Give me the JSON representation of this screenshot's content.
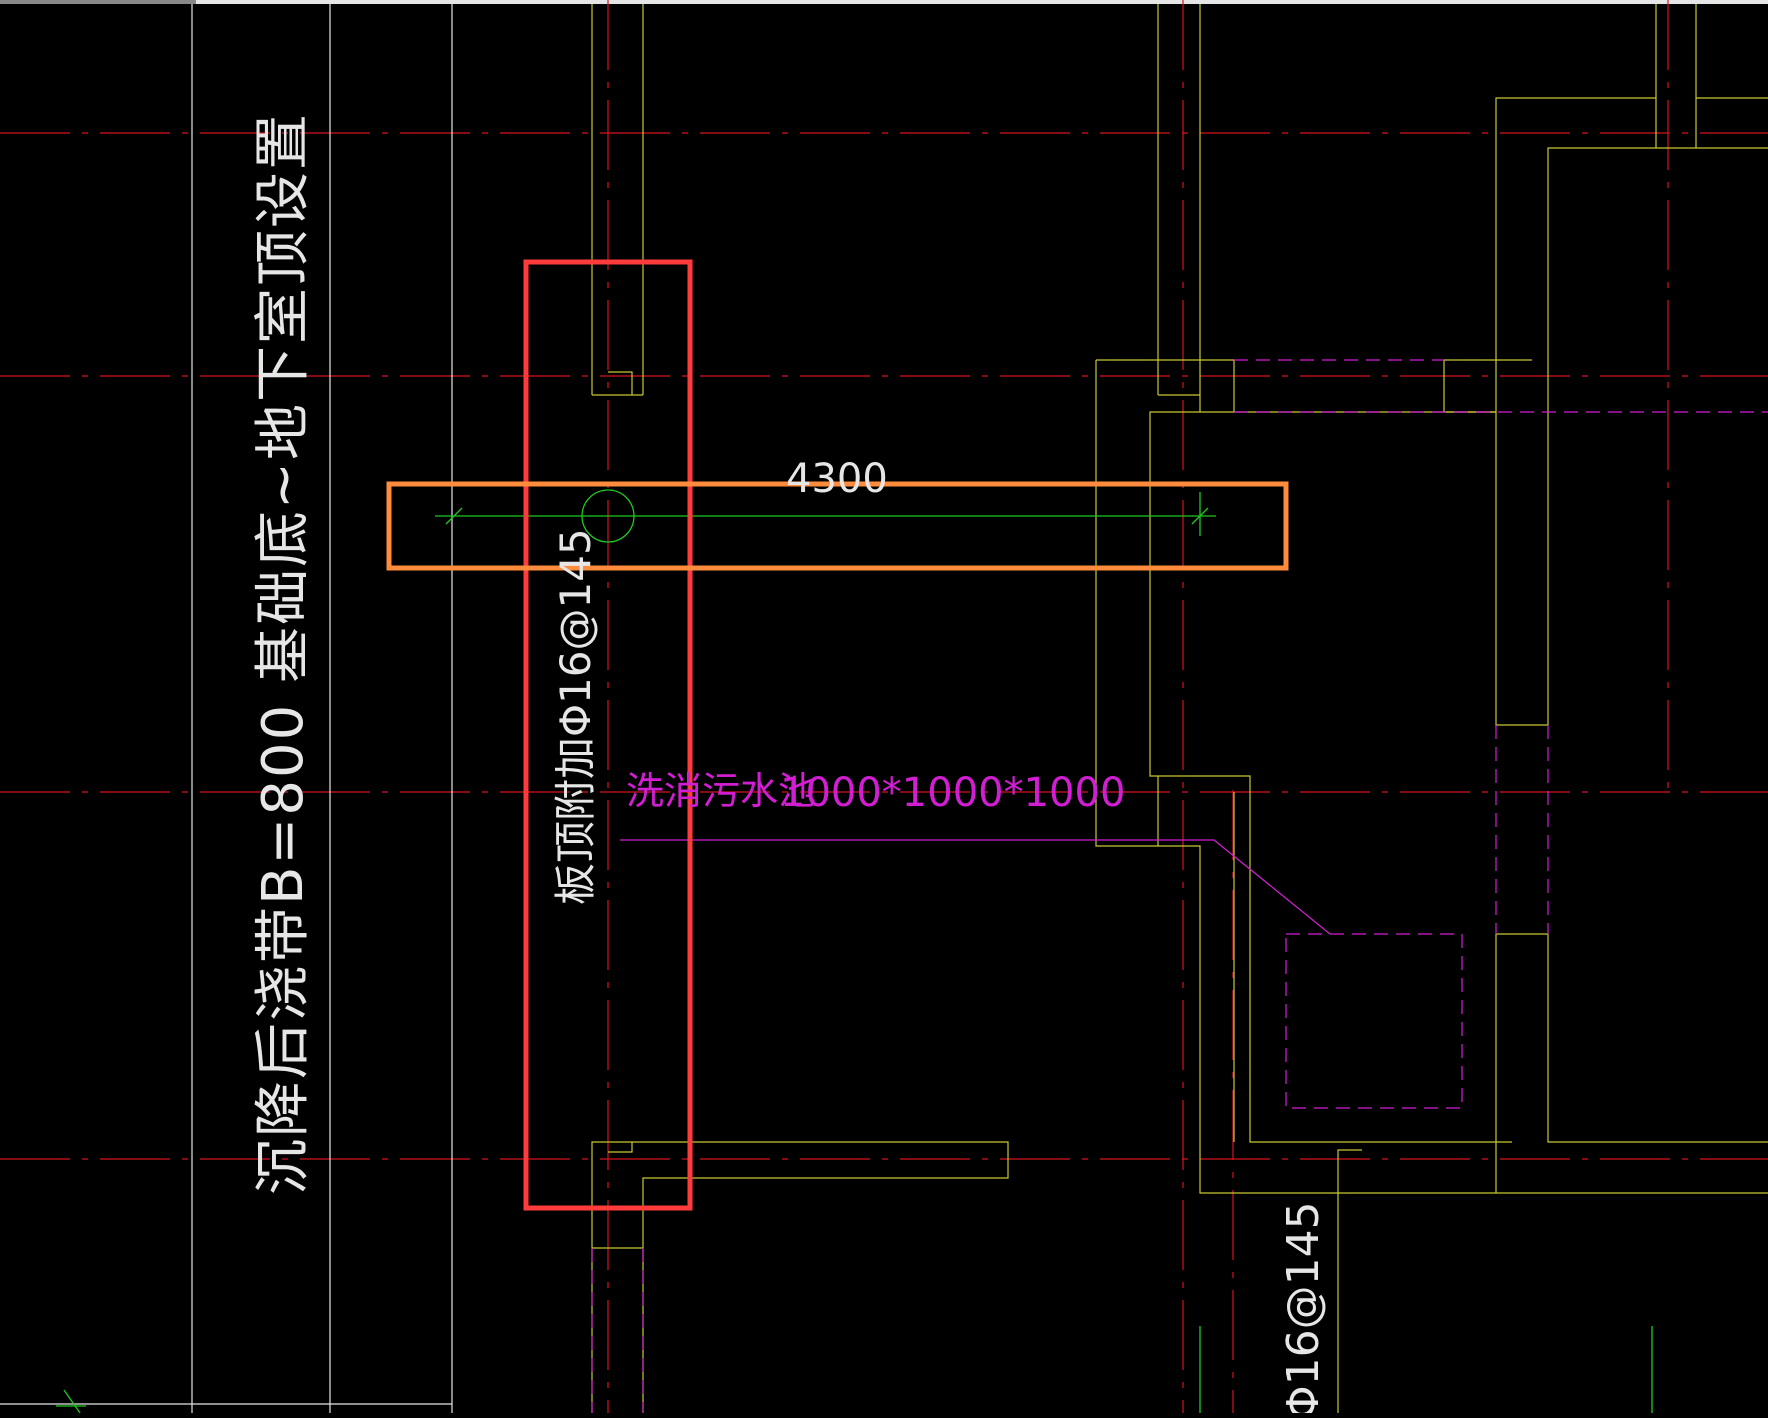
{
  "colors": {
    "background": "#000000",
    "grid_axis": "#d2141e",
    "wall": "#c8c832",
    "outline": "#e6e6e6",
    "magenta": "#d21ed2",
    "green": "#1ec81e",
    "highlight_red": "#ff3c3c",
    "highlight_orange": "#ff8c3c"
  },
  "labels": {
    "post_pour_strip": "沉降后浇带B=800 基础底~地下室顶设置",
    "dimension": "4300",
    "rebar_note": "板顶附加Φ16@145",
    "pool_label": "洗消污水池",
    "pool_size": "1000*1000*1000",
    "rebar_note_bottom": "Φ16@145"
  }
}
